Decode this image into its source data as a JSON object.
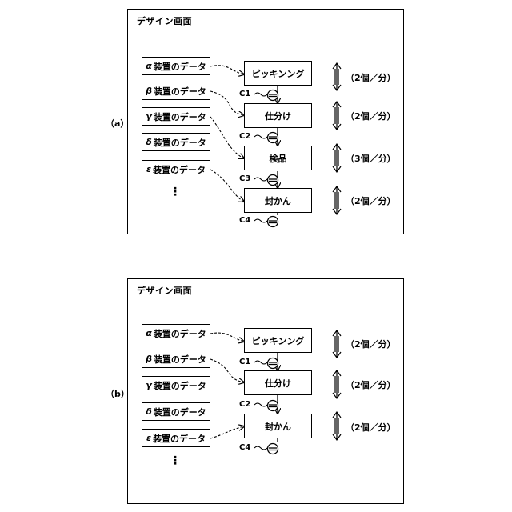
{
  "labels": {
    "a": "（a）",
    "b": "（b）"
  },
  "panel": {
    "title": "デザイン画面",
    "devices": [
      {
        "greek": "α",
        "text": "装置のデータ"
      },
      {
        "greek": "β",
        "text": "装置のデータ"
      },
      {
        "greek": "γ",
        "text": "装置のデータ"
      },
      {
        "greek": "δ",
        "text": "装置のデータ"
      },
      {
        "greek": "ε",
        "text": "装置のデータ"
      }
    ],
    "ellipsis": "⋮"
  },
  "a": {
    "processes": [
      {
        "name": "ピッキンング",
        "rate": "（2個／分）"
      },
      {
        "name": "仕分け",
        "rate": "（2個／分）"
      },
      {
        "name": "検品",
        "rate": "（3個／分）"
      },
      {
        "name": "封かん",
        "rate": "（2個／分）"
      }
    ],
    "conveyors": [
      "C1",
      "C2",
      "C3",
      "C4"
    ]
  },
  "b": {
    "processes": [
      {
        "name": "ピッキンング",
        "rate": "（2個／分）"
      },
      {
        "name": "仕分け",
        "rate": "（2個／分）"
      },
      {
        "name": "封かん",
        "rate": "（2個／分）"
      }
    ],
    "conveyors": [
      "C1",
      "C2",
      "C4"
    ]
  }
}
